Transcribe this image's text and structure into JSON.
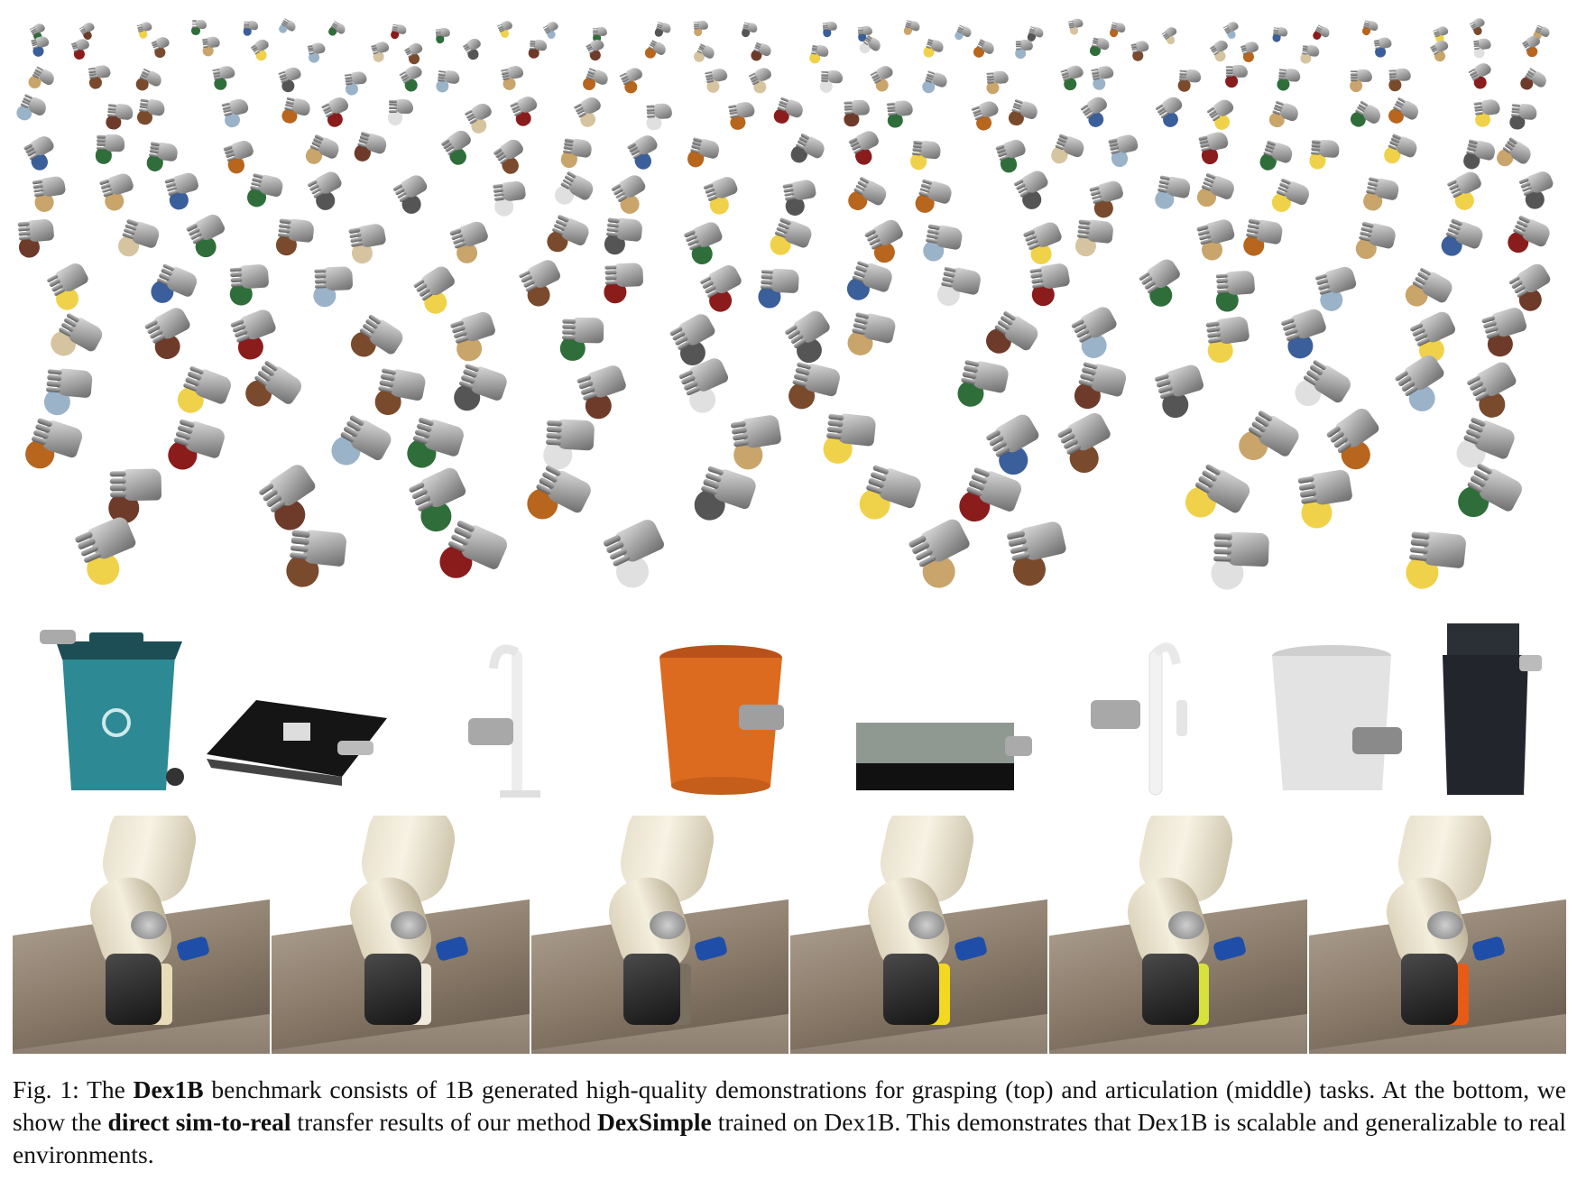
{
  "figure": {
    "caption": {
      "p1": "Fig. 1: The ",
      "b1": "Dex1B",
      "p2": " benchmark consists of 1B generated high-quality demonstrations for grasping (top) and articulation (middle) tasks. At the bottom, we show the ",
      "b2": "direct sim-to-real",
      "p3": " transfer results of our method ",
      "b3": "DexSimple",
      "p4": " trained on Dex1B. This demonstrates that Dex1B is scalable and generalizable to real environments."
    },
    "articulation_objects": [
      {
        "kind": "trash-bin",
        "color": "#2d8a94"
      },
      {
        "kind": "laptop",
        "color": "#151515"
      },
      {
        "kind": "faucet",
        "color": "#efefef"
      },
      {
        "kind": "bucket",
        "color": "#dc6b1f"
      },
      {
        "kind": "laptop-closed",
        "color": "#8f9992"
      },
      {
        "kind": "faucet",
        "color": "#f2f2f2"
      },
      {
        "kind": "bucket",
        "color": "#e3e3e3"
      },
      {
        "kind": "cabinet",
        "color": "#22252c"
      }
    ],
    "real_objects": [
      "#e8dcb8",
      "#efeadc",
      "#7a7062",
      "#f2d821",
      "#d7e23a",
      "#e85b14"
    ]
  }
}
